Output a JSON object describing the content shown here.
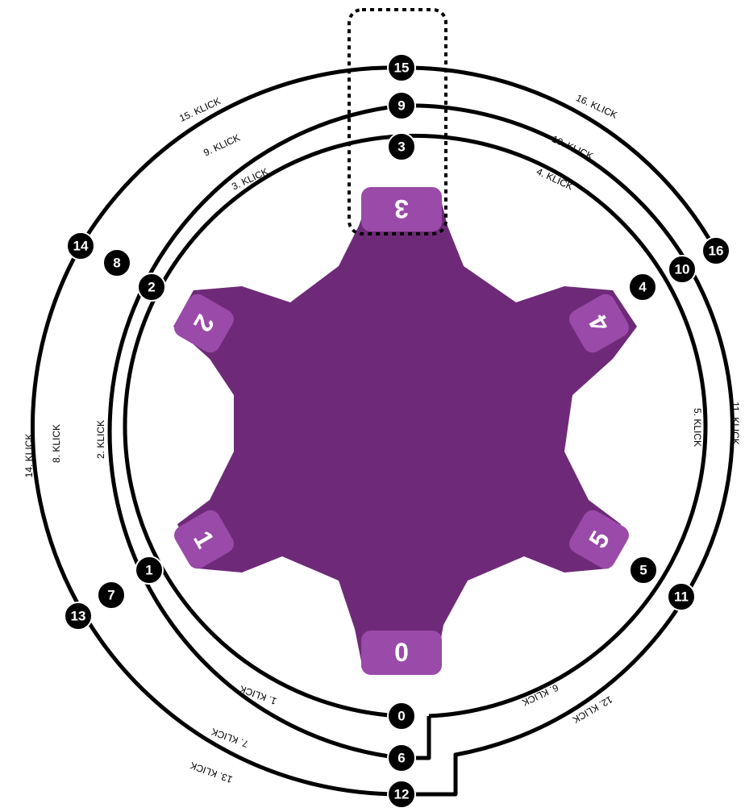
{
  "dial": {
    "color": "#6e2a78",
    "highlight_color": "#9a4aa8",
    "teeth": [
      "0",
      "1",
      "2",
      "3",
      "4",
      "5"
    ],
    "highlighted_tooth": "3"
  },
  "tracks": [
    {
      "markers": [
        "0",
        "1",
        "2",
        "3",
        "4",
        "5"
      ],
      "clicks": [
        "1. KLICK",
        "2. KLICK",
        "3. KLICK",
        "4. KLICK",
        "5. KLICK",
        "6. KLICK"
      ]
    },
    {
      "markers": [
        "6",
        "7",
        "8",
        "9",
        "10",
        "11"
      ],
      "clicks": [
        "7. KLICK",
        "8. KLICK",
        "9. KLICK",
        "10. KLICK",
        "11. KLICK",
        "12. KLICK"
      ]
    },
    {
      "markers": [
        "12",
        "13",
        "14",
        "15",
        "16"
      ],
      "clicks": [
        "13. KLICK",
        "14. KLICK",
        "15. KLICK",
        "16. KLICK"
      ]
    }
  ]
}
